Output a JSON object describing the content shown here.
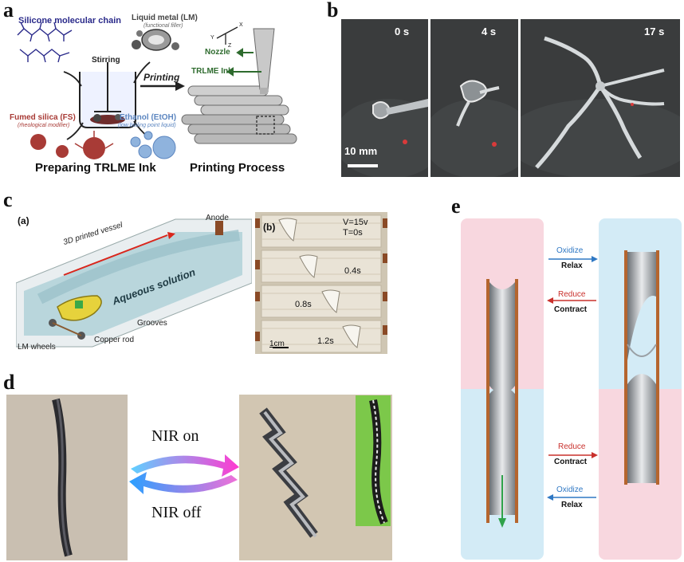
{
  "panel_letters": {
    "a": "a",
    "b": "b",
    "c": "c",
    "d": "d",
    "e": "e"
  },
  "panel_a": {
    "silicone_chain": "Silicone molecular chain",
    "liquid_metal": "Liquid metal (LM)",
    "liquid_metal_sub": "(functional filler)",
    "stirring": "Stirring",
    "fumed_silica": "Fumed silica (FS)",
    "fumed_silica_sub": "(rheological modifier)",
    "ethanol": "Ethanol (EtOH)",
    "ethanol_sub": "(low boiling point liquid)",
    "printing": "Printing",
    "nozzle": "Nozzle",
    "ink": "TRLME Ink",
    "axis_x": "X",
    "axis_y": "Y",
    "axis_z": "Z",
    "preparing": "Preparing TRLME Ink",
    "process": "Printing Process"
  },
  "panel_b": {
    "t0": "0 s",
    "t1": "4 s",
    "t2": "17 s",
    "scale": "10 mm"
  },
  "panel_c": {
    "sub_a": "(a)",
    "sub_b": "(b)",
    "vessel": "3D printed vessel",
    "anode": "Anode",
    "aqueous": "Aqueous solution",
    "grooves": "Grooves",
    "lm_wheels": "LM wheels",
    "copper_rod": "Copper rod",
    "voltage": "V=15v",
    "t0": "T=0s",
    "t1": "0.4s",
    "t2": "0.8s",
    "t3": "1.2s",
    "scale": "1cm"
  },
  "panel_d": {
    "nir_on": "NIR on",
    "nir_off": "NIR off"
  },
  "panel_e": {
    "oxidize_top": "Oxidize",
    "relax_top": "Relax",
    "reduce_top": "Reduce",
    "contract_top": "Contract",
    "reduce_bottom": "Reduce",
    "contract_bottom": "Contract",
    "oxidize_bottom": "Oxidize",
    "relax_bottom": "Relax"
  },
  "colors": {
    "pink_bg": "#f8d7df",
    "blue_bg": "#d3ebf6",
    "oxidize_blue": "#2f78c4",
    "reduce_red": "#c9302c",
    "green_arrow": "#2fa24a",
    "copper": "#b5652e",
    "dark_red": "#a33a2e",
    "green_text": "#2e6b2e"
  }
}
